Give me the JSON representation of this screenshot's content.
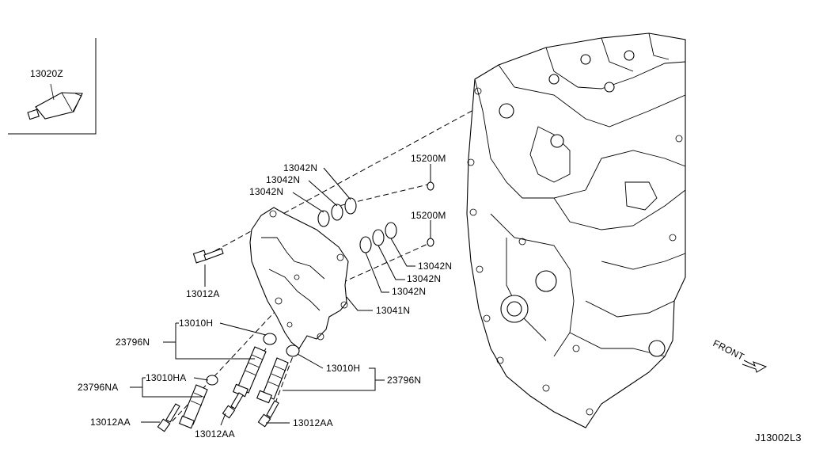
{
  "diagram_id": "J13002L3",
  "front_label": "FRONT",
  "callouts": {
    "tube": "13020Z",
    "oring_a1": "13042N",
    "oring_a2": "13042N",
    "oring_a3": "13042N",
    "seal_upper": "15200M",
    "seal_lower": "15200M",
    "oring_b1": "13042N",
    "oring_b2": "13042N",
    "oring_b3": "13042N",
    "bolt_cover": "13012A",
    "cover": "13041N",
    "sensor_l": "13010H",
    "assembly_l": "23796N",
    "sensor_r": "13010H",
    "assembly_r": "23796N",
    "sensor_ha": "13010HA",
    "assembly_na": "23796NA",
    "bolt_aa_1": "13012AA",
    "bolt_aa_2": "13012AA",
    "bolt_aa_3": "13012AA"
  }
}
